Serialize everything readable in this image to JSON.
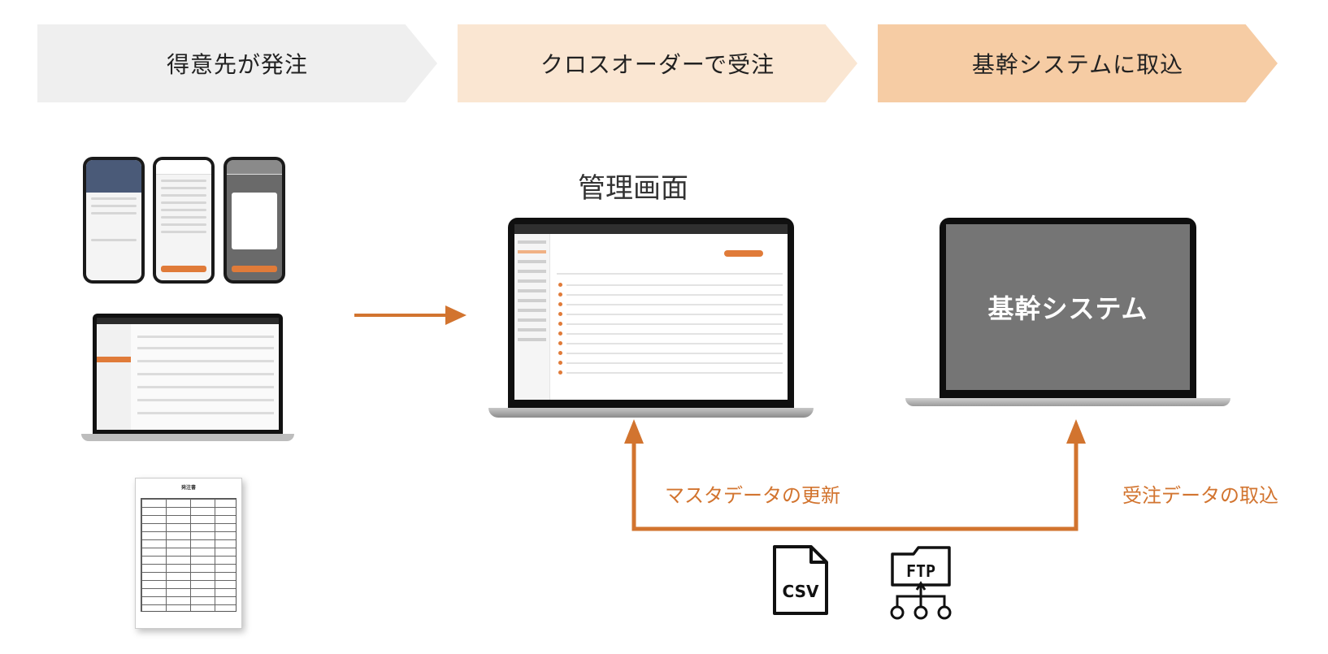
{
  "steps": [
    {
      "label": "得意先が発注"
    },
    {
      "label": "クロスオーダーで受注"
    },
    {
      "label": "基幹システムに取込"
    }
  ],
  "admin_screen_label": "管理画面",
  "core_system_label": "基幹システム",
  "master_update_label": "マスタデータの更新",
  "order_import_label": "受注データの取込",
  "icons": {
    "csv": "CSV",
    "ftp": "FTP"
  },
  "paper_title": "発注書",
  "colors": {
    "step1": "#efefef",
    "step2": "#fae6d2",
    "step3": "#f6cca4",
    "accent": "#d2742f"
  }
}
